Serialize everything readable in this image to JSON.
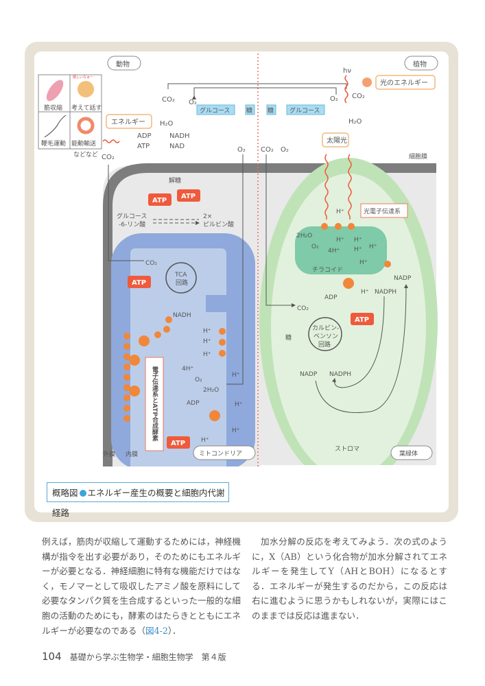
{
  "figure": {
    "caption_prefix": "概略図",
    "caption_text": "エネルギー産生の概要と細胞内代謝経路",
    "animal_label": "動物",
    "plant_label": "植物",
    "activities": [
      "筋収縮",
      "考えて話す",
      "鞭毛運動",
      "能動輸送"
    ],
    "thought_bubble": "嬉しいなぁー",
    "etc": "などなど",
    "energy_label": "エネルギー",
    "light_energy_label": "光のエネルギー",
    "hv": "hν",
    "sunlight_label": "太陽光",
    "cell_membrane_label": "細胞膜",
    "glucose": "グルコース",
    "sugar": "糖",
    "co2": "CO₂",
    "o2": "O₂",
    "h2o": "H₂O",
    "adp": "ADP",
    "atp": "ATP",
    "nadh": "NADH",
    "nad": "NAD",
    "glycolysis_label": "解糖",
    "g6p_line1": "グルコース",
    "g6p_line2": "-6-リン酸",
    "pyruvate_line1": "2×",
    "pyruvate_line2": "ピルビン酸",
    "tca_line1": "TCA",
    "tca_line2": "回路",
    "hplus": "H⁺",
    "four_hplus": "4H⁺",
    "two_h2o": "2H₂O",
    "etc_label": "電子伝達系とATP合成酵素",
    "outer_membrane": "外膜",
    "inner_membrane": "内膜",
    "mitochondria_label": "ミトコンドリア",
    "photo_etc_label": "光電子伝達系",
    "thylakoid_label": "チラコイド",
    "nadp": "NADP",
    "nadph": "NADPH",
    "calvin_line1": "カルビン-",
    "calvin_line2": "ベンソン",
    "calvin_line3": "回路",
    "stroma_label": "ストロマ",
    "chloroplast_label": "葉緑体",
    "colors": {
      "frame": "#e8e1d5",
      "atp": "#ef5a3c",
      "orange_dot": "#f0873a",
      "blue_box": "#a8dcf2",
      "mito_outer": "#8fa9dc",
      "mito_inner": "#bccde9",
      "chloro_outer": "#bfe3b7",
      "chloro_inner": "#e2f1dd",
      "thylakoid": "#7ecaa9",
      "divider": "#ee6f5a"
    }
  },
  "body": {
    "left_text_before_ref": "例えば，筋肉が収縮して運動するためには，神経機構が指令を出す必要があり，そのためにもエネルギーが必要となる．神経細胞に特有な機能だけではなく，モノマーとして吸収したアミノ酸を原料にして必要なタンパク質を生合成するといった一般的な細胞の活動のためにも，酵素のはたらきとともにエネルギーが必要なのである（",
    "left_ref": "図4-2",
    "left_text_after_ref": "）．",
    "right_text": "　加水分解の反応を考えてみよう．次の式のように，X（AB）という化合物が加水分解されてエネルギーを発生してY（AHとBOH）になるとする．エネルギーが発生するのだから，この反応は右に進むように思うかもしれないが，実際にはこのままでは反応は進まない．"
  },
  "footer": {
    "page_number": "104",
    "book_title": "基礎から学ぶ生物学・細胞生物学　第４版"
  }
}
